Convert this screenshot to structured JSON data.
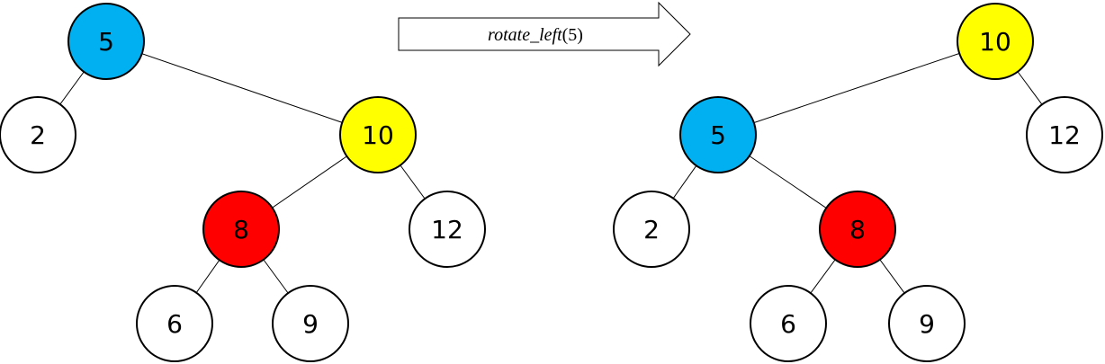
{
  "colors": {
    "blue": "#00b0f0",
    "yellow": "#ffff00",
    "red": "#ff0000",
    "white": "#ffffff",
    "stroke": "#000000"
  },
  "arrow": {
    "func": "rotate_left",
    "arg": "(5)"
  },
  "before": {
    "nodes": [
      {
        "id": "n5",
        "label": "5",
        "color": "blue"
      },
      {
        "id": "n2",
        "label": "2",
        "color": "white"
      },
      {
        "id": "n10",
        "label": "10",
        "color": "yellow"
      },
      {
        "id": "n8",
        "label": "8",
        "color": "red"
      },
      {
        "id": "n12",
        "label": "12",
        "color": "white"
      },
      {
        "id": "n6",
        "label": "6",
        "color": "white"
      },
      {
        "id": "n9",
        "label": "9",
        "color": "white"
      }
    ],
    "edges": [
      [
        "n5",
        "n2"
      ],
      [
        "n5",
        "n10"
      ],
      [
        "n10",
        "n8"
      ],
      [
        "n10",
        "n12"
      ],
      [
        "n8",
        "n6"
      ],
      [
        "n8",
        "n9"
      ]
    ]
  },
  "after": {
    "nodes": [
      {
        "id": "n10",
        "label": "10",
        "color": "yellow"
      },
      {
        "id": "n5",
        "label": "5",
        "color": "blue"
      },
      {
        "id": "n12",
        "label": "12",
        "color": "white"
      },
      {
        "id": "n2",
        "label": "2",
        "color": "white"
      },
      {
        "id": "n8",
        "label": "8",
        "color": "red"
      },
      {
        "id": "n6",
        "label": "6",
        "color": "white"
      },
      {
        "id": "n9",
        "label": "9",
        "color": "white"
      }
    ],
    "edges": [
      [
        "n10",
        "n5"
      ],
      [
        "n10",
        "n12"
      ],
      [
        "n5",
        "n2"
      ],
      [
        "n5",
        "n8"
      ],
      [
        "n8",
        "n6"
      ],
      [
        "n8",
        "n9"
      ]
    ]
  }
}
